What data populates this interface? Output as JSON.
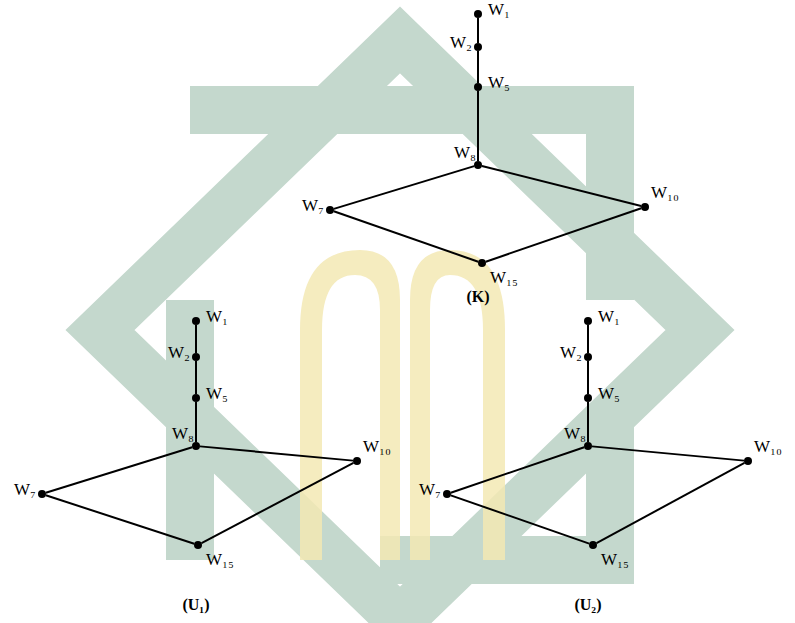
{
  "diagram": {
    "nodes": [
      {
        "text": [
          "W₁"
        ]
      },
      {
        "text": [
          "W₂"
        ]
      },
      {
        "text": [
          "W₅"
        ]
      },
      {
        "text": [
          "W₈"
        ]
      },
      {
        "text": [
          "W₇"
        ]
      },
      {
        "text": [
          "W₁₀"
        ]
      },
      {
        "text": [
          "W₁₅"
        ]
      },
      {
        "text": [
          "W₁"
        ]
      },
      {
        "text": [
          "W₂"
        ]
      },
      {
        "text": [
          "W₅"
        ]
      },
      {
        "text": [
          "W₈"
        ]
      },
      {
        "text": [
          "W₇"
        ]
      },
      {
        "text": [
          "W₁₀"
        ]
      },
      {
        "text": [
          "W₁₅"
        ]
      },
      {
        "text": [
          "W₁"
        ]
      },
      {
        "text": [
          "W₂"
        ]
      },
      {
        "text": [
          "W₅"
        ]
      },
      {
        "text": [
          "W₈"
        ]
      },
      {
        "text": [
          "W₇"
        ]
      },
      {
        "text": [
          "W₁₀"
        ]
      },
      {
        "text": [
          "W₁₅"
        ]
      }
    ],
    "edges": [
      {
        "from": 0,
        "to": 1,
        "arrow": "none"
      },
      {
        "from": 1,
        "to": 2,
        "arrow": "none"
      },
      {
        "from": 2,
        "to": 3,
        "arrow": "none"
      },
      {
        "from": 3,
        "to": 4,
        "arrow": "none"
      },
      {
        "from": 3,
        "to": 5,
        "arrow": "none"
      },
      {
        "from": 4,
        "to": 6,
        "arrow": "none"
      },
      {
        "from": 5,
        "to": 6,
        "arrow": "none"
      },
      {
        "from": 7,
        "to": 8,
        "arrow": "none"
      },
      {
        "from": 8,
        "to": 9,
        "arrow": "none"
      },
      {
        "from": 9,
        "to": 10,
        "arrow": "none"
      },
      {
        "from": 10,
        "to": 11,
        "arrow": "none"
      },
      {
        "from": 10,
        "to": 12,
        "arrow": "none"
      },
      {
        "from": 11,
        "to": 13,
        "arrow": "none"
      },
      {
        "from": 12,
        "to": 13,
        "arrow": "none"
      },
      {
        "from": 14,
        "to": 15,
        "arrow": "none"
      },
      {
        "from": 15,
        "to": 16,
        "arrow": "none"
      },
      {
        "from": 16,
        "to": 17,
        "arrow": "none"
      },
      {
        "from": 17,
        "to": 18,
        "arrow": "none"
      },
      {
        "from": 17,
        "to": 19,
        "arrow": "none"
      },
      {
        "from": 18,
        "to": 20,
        "arrow": "none"
      },
      {
        "from": 19,
        "to": 20,
        "arrow": "none"
      }
    ],
    "labels": [
      "(K)",
      "(U₁)",
      "(U₂)"
    ]
  }
}
